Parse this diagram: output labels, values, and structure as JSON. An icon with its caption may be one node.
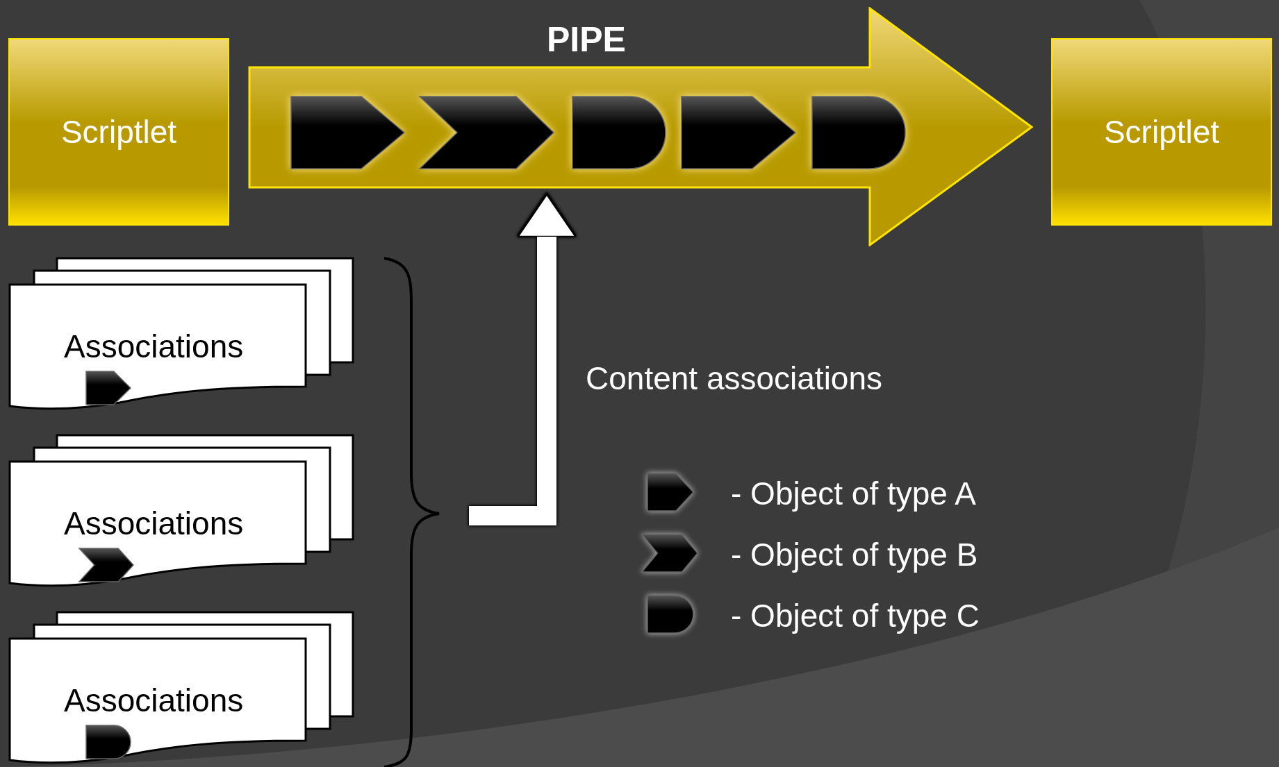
{
  "diagram": {
    "nodes": [
      {
        "text": [
          "Scriptlet"
        ]
      },
      {
        "text": [
          "PIPE"
        ]
      },
      {
        "text": [],
        "shape": "pentagon",
        "in": 1
      },
      {
        "text": [],
        "shape": "chevron",
        "in": 1
      },
      {
        "text": [],
        "shape": "half-circle",
        "in": 1
      },
      {
        "text": [],
        "shape": "pentagon",
        "in": 1
      },
      {
        "text": [],
        "shape": "half-circle",
        "in": 1
      },
      {
        "text": [
          "Scriptlet"
        ]
      },
      {
        "text": [
          "Associations"
        ]
      },
      {
        "text": [
          "Associations"
        ]
      },
      {
        "text": [
          "Associations"
        ]
      }
    ],
    "edges": [
      {
        "from": null,
        "to": 1,
        "arrow": "to"
      }
    ],
    "labels": [
      "Content associations"
    ],
    "legend": [
      {
        "text": "- Object of type A"
      },
      {
        "text": "- Object of type B"
      },
      {
        "text": "- Object of type C"
      }
    ]
  }
}
